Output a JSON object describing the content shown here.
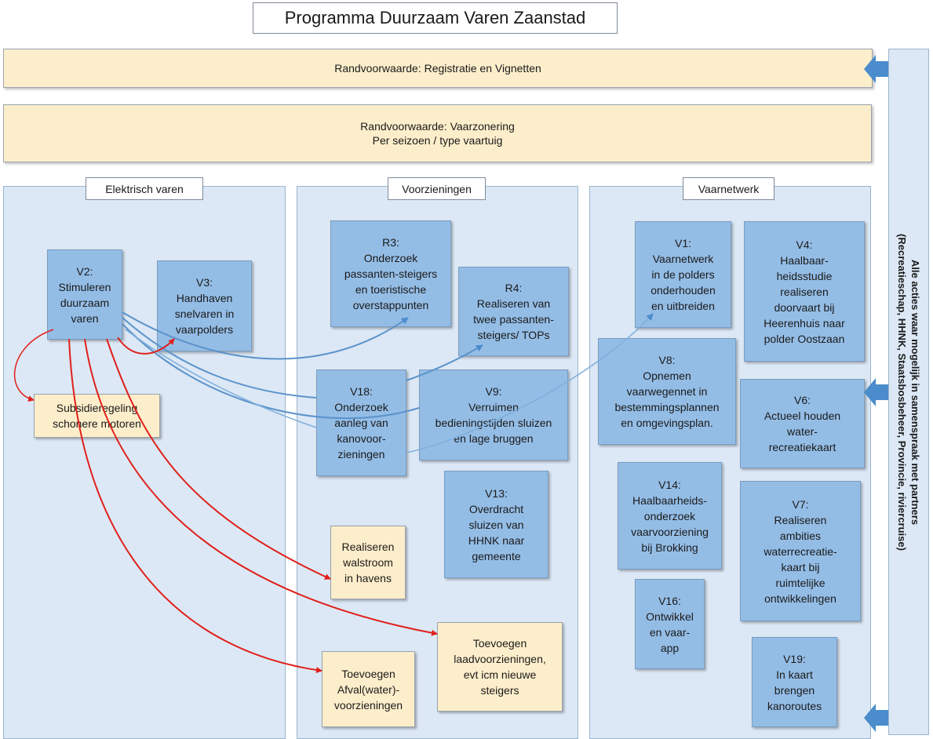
{
  "title": "Programma Duurzaam Varen Zaanstad",
  "bands": {
    "registratie": "Randvoorwaarde:  Registratie en Vignetten",
    "vaarzonering_line1": "Randvoorwaarde:  Vaarzonering",
    "vaarzonering_line2": "Per seizoen / type vaartuig"
  },
  "columns": {
    "elektrisch": "Elektrisch varen",
    "voorzieningen": "Voorzieningen",
    "vaarnetwerk": "Vaarnetwerk"
  },
  "sidebar": {
    "line1": "Alle acties waar mogelijk in samenspraak met partners",
    "line2": "(Recreatieschap, HHNK, Staatsbosbeheer, Provincie, riviercruise)"
  },
  "boxes": {
    "v2": [
      "V2:",
      "Stimuleren",
      "duurzaam",
      "varen"
    ],
    "v3": [
      "V3:",
      "Handhaven",
      "snelvaren in",
      "vaarpolders"
    ],
    "subsidie": [
      "Subsidieregeling",
      "schonere motoren"
    ],
    "r3": [
      "R3:",
      "Onderzoek",
      "passanten-steigers",
      "en toeristische",
      "overstappunten"
    ],
    "r4": [
      "R4:",
      "Realiseren  van",
      "twee passanten-",
      "steigers/ TOPs"
    ],
    "v18": [
      "V18:",
      "Onderzoek",
      "aanleg van",
      "kanovoor-",
      "zieningen"
    ],
    "v9": [
      "V9:",
      "Verruimen",
      "bedieningstijden sluizen",
      "en lage bruggen"
    ],
    "v13": [
      "V13:",
      "Overdracht",
      "sluizen van",
      "HHNK naar",
      "gemeente"
    ],
    "walstroom": [
      "Realiseren",
      "walstroom",
      "in havens"
    ],
    "laad": [
      "Toevoegen",
      "laadvoorzieningen,",
      "evt icm nieuwe",
      "steigers"
    ],
    "afval": [
      "Toevoegen",
      "Afval(water)-",
      "voorzieningen"
    ],
    "v1": [
      "V1:",
      "Vaarnetwerk",
      "in de polders",
      "onderhouden",
      "en uitbreiden"
    ],
    "v4": [
      "V4:",
      "Haalbaar-",
      "heidsstudie",
      "realiseren",
      "doorvaart bij",
      "Heerenhuis naar",
      "polder Oostzaan"
    ],
    "v8": [
      "V8:",
      "Opnemen",
      "vaarwegennet in",
      "bestemmingsplannen",
      "en omgevingsplan."
    ],
    "v6": [
      "V6:",
      "Actueel houden",
      "water-",
      "recreatiekaart"
    ],
    "v14": [
      "V14:",
      "Haalbaarheids-",
      "onderzoek",
      "vaarvoorziening",
      "bij Brokking"
    ],
    "v7": [
      "V7:",
      "Realiseren",
      "ambities",
      "waterrecreatie-",
      "kaart bij",
      "ruimtelijke",
      "ontwikkelingen"
    ],
    "v16": [
      "V16:",
      "Ontwikkel",
      "en vaar-",
      "app"
    ],
    "v19": [
      "V19:",
      "In kaart",
      "brengen",
      "kanoroutes"
    ]
  },
  "colors": {
    "blue_box": "#94bde6",
    "yellow_box": "#fdeecb",
    "column_bg": "#dce8f5",
    "red_arrow": "#e0201b",
    "blue_arrow": "#4a8ccc"
  }
}
